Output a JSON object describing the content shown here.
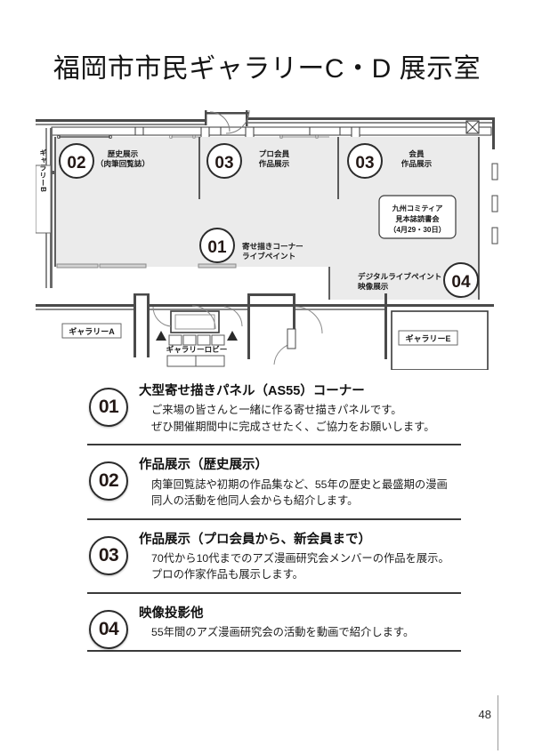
{
  "page": {
    "title": "福岡市市民ギャラリーC・D 展示室",
    "number": "48"
  },
  "floorplan": {
    "rooms": [
      {
        "name": "gallery-b",
        "label": "ギャラリーB",
        "orientation": "vertical"
      },
      {
        "name": "gallery-a",
        "label": "ギャラリーA",
        "orientation": "horizontal"
      },
      {
        "name": "gallery-lobby",
        "label": "ギャラリーロビー",
        "orientation": "horizontal"
      },
      {
        "name": "gallery-e",
        "label": "ギャラリーE",
        "orientation": "horizontal"
      }
    ],
    "zones": [
      {
        "badge": "02",
        "line1": "歴史展示",
        "line2": "（肉筆回覧誌）"
      },
      {
        "badge": "03",
        "line1": "プロ会員",
        "line2": "作品展示"
      },
      {
        "badge": "03",
        "line1": "会員",
        "line2": "作品展示"
      },
      {
        "badge": "01",
        "line1": "寄せ描きコーナー",
        "line2": "ライブペイント"
      },
      {
        "badge": "04",
        "line1": "デジタルライブペイント",
        "line2": "映像展示"
      }
    ],
    "callout_box": {
      "line1": "九州コミティア",
      "line2": "見本誌読書会",
      "line3": "（4月29・30日）"
    }
  },
  "legend": {
    "items": [
      {
        "badge": "01",
        "heading": "大型寄せ描きパネル（AS55）コーナー",
        "body": [
          "ご来場の皆さんと一緒に作る寄せ描きパネルです。",
          "ぜひ開催期間中に完成させたく、ご協力をお願いします。"
        ]
      },
      {
        "badge": "02",
        "heading": "作品展示（歴史展示）",
        "body": [
          "肉筆回覧誌や初期の作品集など、55年の歴史と最盛期の漫画",
          "同人の活動を他同人会からも紹介します。"
        ]
      },
      {
        "badge": "03",
        "heading": "作品展示（プロ会員から、新会員まで）",
        "body": [
          "70代から10代までのアズ漫画研究会メンバーの作品を展示。",
          "プロの作家作品も展示します。"
        ]
      },
      {
        "badge": "04",
        "heading": "映像投影他",
        "body": [
          "55年間のアズ漫画研究会の活動を動画で紹介します。"
        ]
      }
    ]
  },
  "colors": {
    "ink": "#1a1a1a",
    "room_fill": "#ebebeb",
    "wall": "#333333",
    "rule": "#3a3a3a"
  }
}
